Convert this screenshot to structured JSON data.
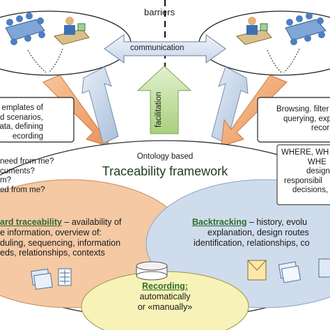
{
  "header": {
    "barriers": "barriers",
    "communication": "communication",
    "facilitation": "facilitation"
  },
  "left_box": {
    "lines": [
      "emplates of",
      "d scenarios,",
      "data, defining",
      "ecording"
    ]
  },
  "right_box": {
    "lines": [
      "Browsing. filter",
      "querying, exp",
      "recor"
    ]
  },
  "framework": {
    "subtitle": "Ontology based",
    "title": "Traceability framework"
  },
  "left_questions": {
    "lines": [
      "need from me?",
      "cuments?",
      "m?",
      "ed from me?"
    ]
  },
  "right_questions": {
    "lines": [
      "WHERE, WH",
      "WHE",
      "design",
      "responsibil",
      "decisions,"
    ]
  },
  "forward": {
    "heading": "ard traceability",
    "heading_tail": " – availability of",
    "lines": [
      "e information, overview of:",
      "duling, sequencing, information",
      "eds, relationships, contexts"
    ]
  },
  "backtracking": {
    "heading": "Backtracking",
    "heading_tail": " – history, evolu",
    "lines": [
      "explanation, design routes",
      "identification, relationships, co"
    ]
  },
  "recording": {
    "heading": "Recording:",
    "lines": [
      "automatically",
      "or «manually»"
    ]
  },
  "colors": {
    "forward_fill": "#f4c9a4",
    "backtracking_fill": "#cfdcec",
    "recording_fill": "#f7f3b8",
    "arrow_green": "#c7e3a8",
    "arrow_blue": "#d4e0ee",
    "arrow_orange": "#f2b27f"
  }
}
